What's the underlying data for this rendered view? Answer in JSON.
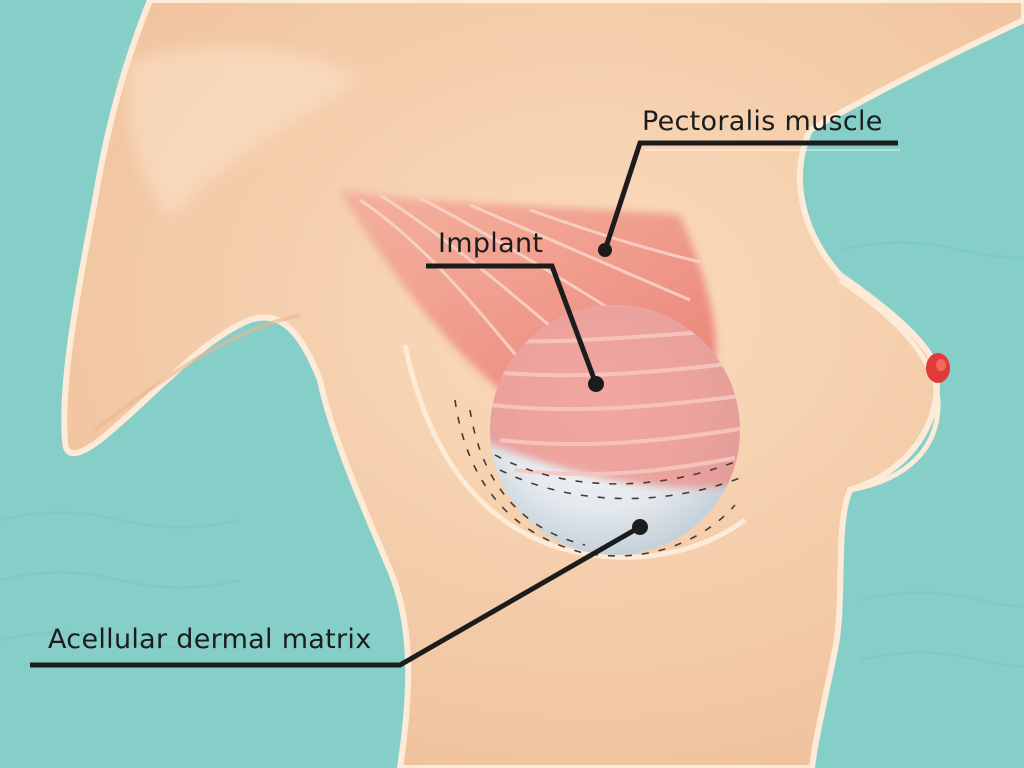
{
  "labels": {
    "pectoralis": "Pectoralis muscle",
    "implant": "Implant",
    "adm": "Acellular dermal matrix"
  },
  "colors": {
    "background": "#86cfc8",
    "skin": "#f6d2b0",
    "muscle": "#ee8f82",
    "implant": "#e9eef3",
    "leader": "#1c1c1c",
    "nipple": "#e23a3a"
  }
}
